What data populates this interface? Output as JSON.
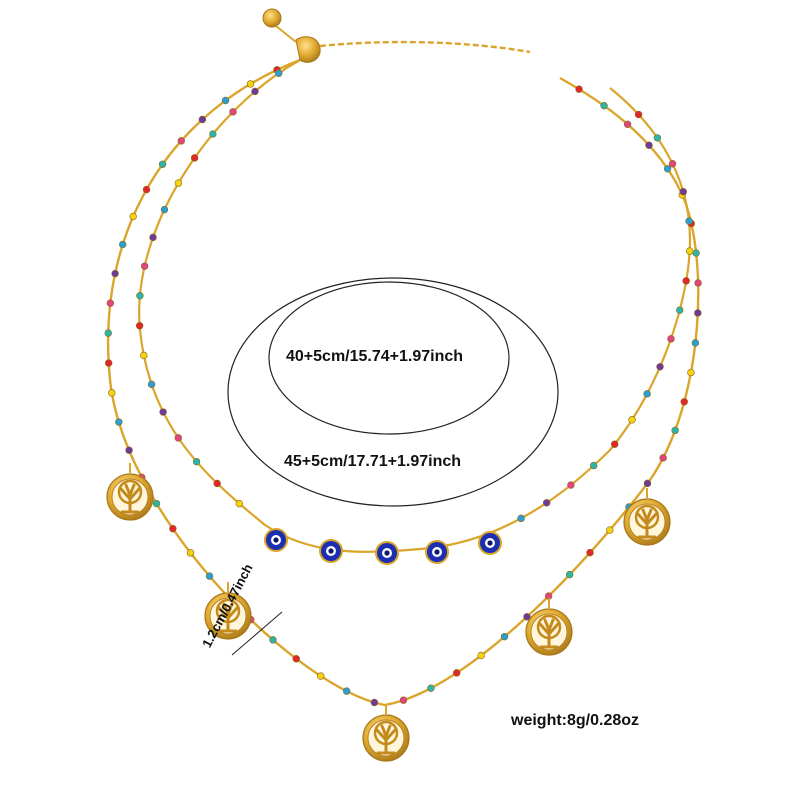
{
  "product": {
    "length_short": "40+5cm/15.74+1.97inch",
    "length_long": "45+5cm/17.71+1.97inch",
    "pendant_size": "1.2cm/0.47inch",
    "weight": "weight:8g/0.28oz"
  },
  "colors": {
    "gold": "#d9a52a",
    "gold_dark": "#a8771a",
    "evil_eye_blue": "#1b2fb0",
    "bead_colors": [
      "#e3262b",
      "#f5d10f",
      "#2a9fd6",
      "#6d3a9c",
      "#e2447f",
      "#2cb5a8"
    ]
  }
}
